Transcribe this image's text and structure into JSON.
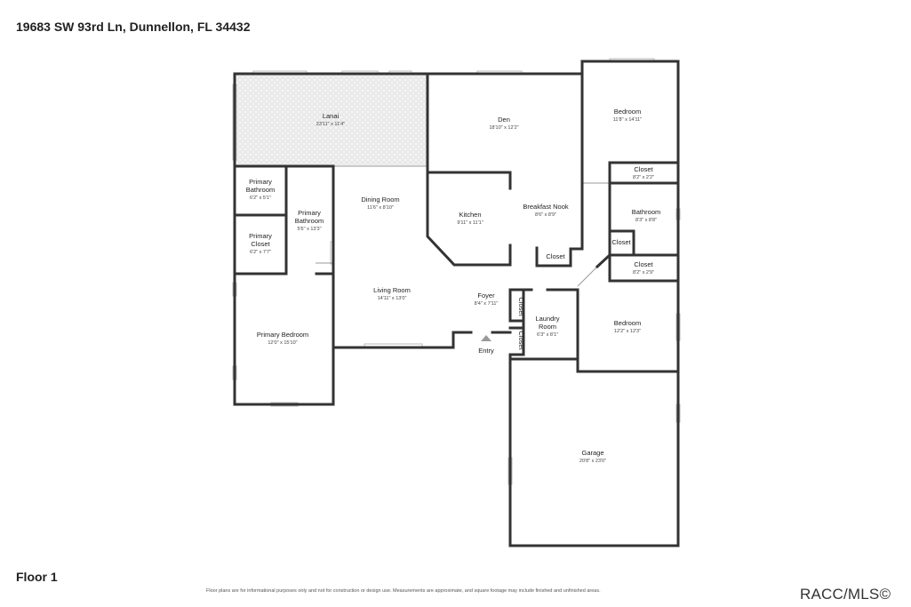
{
  "header": {
    "address": "19683 SW 93rd Ln, Dunnellon, FL 34432"
  },
  "footer": {
    "floor_label": "Floor 1",
    "disclaimer": "Floor plans are for informational purposes only and not for construction or design use. Measurements are approximate, and square footage may include finished and unfinished areas.",
    "watermark": "RACC/MLS©"
  },
  "rooms": [
    {
      "id": "lanai",
      "name": "Lanai",
      "dims": "23'11\" x 11'4\""
    },
    {
      "id": "den",
      "name": "Den",
      "dims": "18'10\" x 12'2\""
    },
    {
      "id": "bedroom-ne",
      "name": "Bedroom",
      "dims": "11'8\" x 14'11\""
    },
    {
      "id": "closet-1",
      "name": "Closet",
      "dims": "8'2\" x 2'2\""
    },
    {
      "id": "primary-bath-1",
      "name": "Primary Bathroom",
      "dims": "6'2\" x 5'1\""
    },
    {
      "id": "primary-bath-2",
      "name": "Primary Bathroom",
      "dims": "5'6\" x 13'3\""
    },
    {
      "id": "dining",
      "name": "Dining Room",
      "dims": "11'6\" x 8'10\""
    },
    {
      "id": "kitchen",
      "name": "Kitchen",
      "dims": "9'11\" x 11'1\""
    },
    {
      "id": "nook",
      "name": "Breakfast Nook",
      "dims": "8'6\" x 8'9\""
    },
    {
      "id": "bathroom",
      "name": "Bathroom",
      "dims": "8'3\" x 8'8\""
    },
    {
      "id": "primary-closet",
      "name": "Primary Closet",
      "dims": "6'2\" x 7'7\""
    },
    {
      "id": "closet-small",
      "name": "Closet",
      "dims": ""
    },
    {
      "id": "closet-nook",
      "name": "Closet",
      "dims": ""
    },
    {
      "id": "closet-2",
      "name": "Closet",
      "dims": "8'2\" x 2'9\""
    },
    {
      "id": "living",
      "name": "Living Room",
      "dims": "14'11\" x 13'0\""
    },
    {
      "id": "foyer",
      "name": "Foyer",
      "dims": "8'4\" x 7'11\""
    },
    {
      "id": "closet-v1",
      "name": "Closet",
      "dims": ""
    },
    {
      "id": "laundry",
      "name": "Laundry Room",
      "dims": "6'3\" x 8'1\""
    },
    {
      "id": "bedroom-e",
      "name": "Bedroom",
      "dims": "12'2\" x 12'3\""
    },
    {
      "id": "primary-bedroom",
      "name": "Primary Bedroom",
      "dims": "12'0\" x 15'10\""
    },
    {
      "id": "closet-v2",
      "name": "Closet",
      "dims": ""
    },
    {
      "id": "garage",
      "name": "Garage",
      "dims": "20'8\" x 23'0\""
    }
  ],
  "entry_label": "Entry",
  "colors": {
    "wall": "#333333",
    "lanai_pattern": "#dddddd"
  }
}
